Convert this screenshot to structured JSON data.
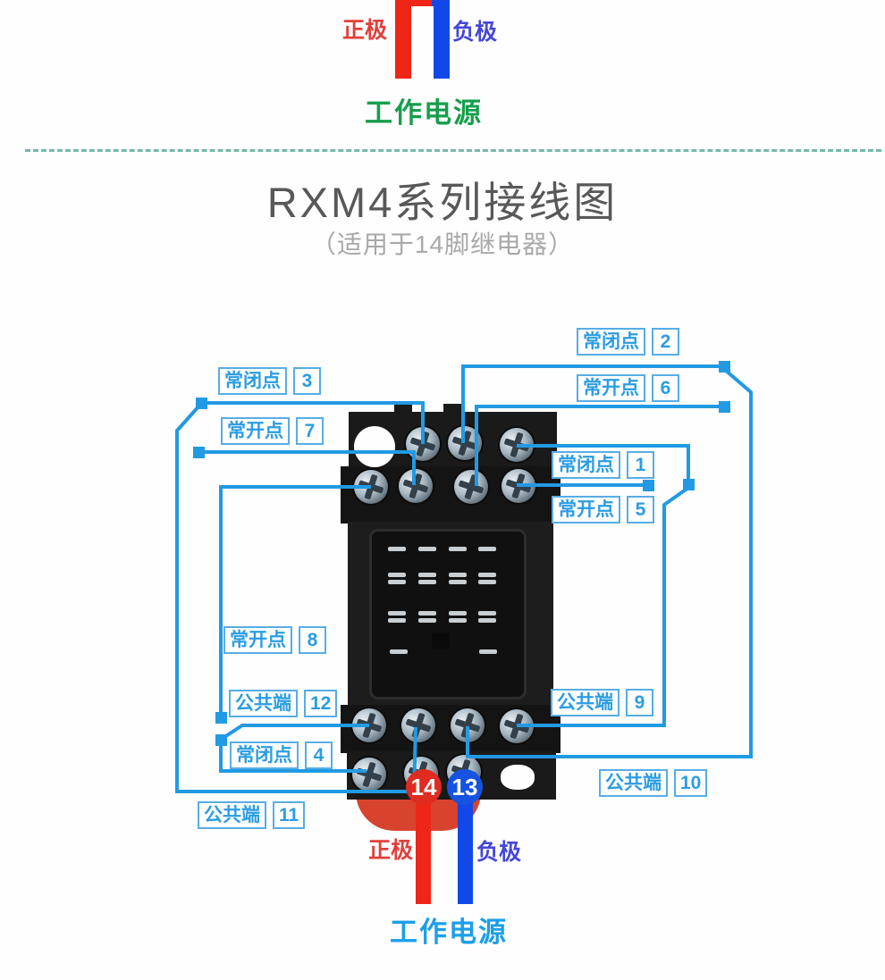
{
  "power_top": {
    "positive": "正极",
    "negative": "负极",
    "label": "工作电源"
  },
  "header": {
    "title": "RXM4系列接线图",
    "subtitle": "（适用于14脚继电器）"
  },
  "diagram": {
    "callouts": [
      {
        "text": "常闭点",
        "num": "2"
      },
      {
        "text": "常开点",
        "num": "6"
      },
      {
        "text": "常闭点",
        "num": "3"
      },
      {
        "text": "常开点",
        "num": "7"
      },
      {
        "text": "常闭点",
        "num": "1"
      },
      {
        "text": "常开点",
        "num": "5"
      },
      {
        "text": "常开点",
        "num": "8"
      },
      {
        "text": "公共端",
        "num": "12"
      },
      {
        "text": "常闭点",
        "num": "4"
      },
      {
        "text": "公共端",
        "num": "11"
      },
      {
        "text": "公共端",
        "num": "9"
      },
      {
        "text": "公共端",
        "num": "10"
      }
    ],
    "terminal_14": "14",
    "terminal_13": "13"
  },
  "power_bottom": {
    "positive": "正极",
    "negative": "负极",
    "label": "工作电源"
  },
  "colors": {
    "accent_blue": "#219ae3",
    "wire_red": "#ee2517",
    "wire_blue": "#1348e8",
    "power_green": "#169e4b",
    "power_cyan": "#1b9fe8"
  }
}
